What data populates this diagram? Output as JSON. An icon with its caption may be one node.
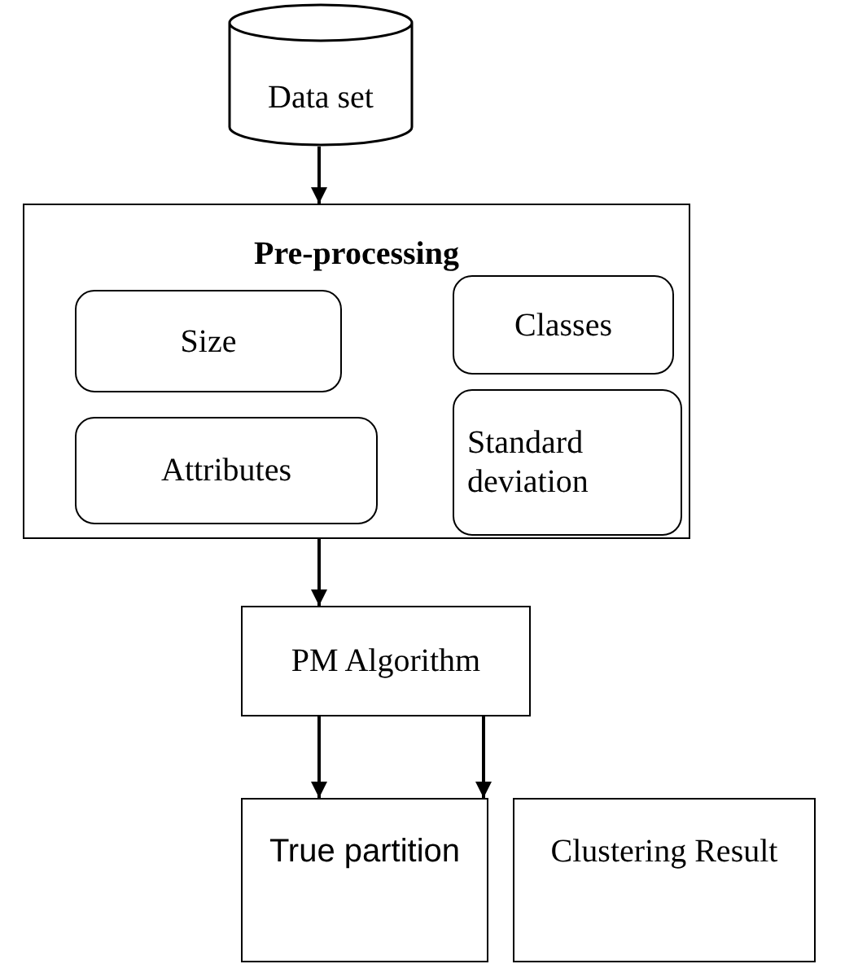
{
  "diagram": {
    "nodes": [
      {
        "text": [
          "Data set"
        ]
      },
      {
        "text": [
          "Pre-processing"
        ]
      },
      {
        "text": [
          "Size"
        ],
        "in": 1
      },
      {
        "text": [
          "Classes"
        ],
        "in": 1
      },
      {
        "text": [
          "Attributes"
        ],
        "in": 1
      },
      {
        "text": [
          "Standard deviation"
        ],
        "in": 1
      },
      {
        "text": [
          "PM Algorithm"
        ]
      },
      {
        "text": [
          "True partition"
        ]
      },
      {
        "text": [
          "Clustering Result"
        ]
      }
    ],
    "edges": [
      {
        "from": 0,
        "to": 1,
        "arrow": "to"
      },
      {
        "from": 1,
        "to": 6,
        "arrow": "to"
      },
      {
        "from": 6,
        "to": 7,
        "arrow": "to"
      },
      {
        "from": 6,
        "to": 8,
        "arrow": "to"
      }
    ]
  }
}
